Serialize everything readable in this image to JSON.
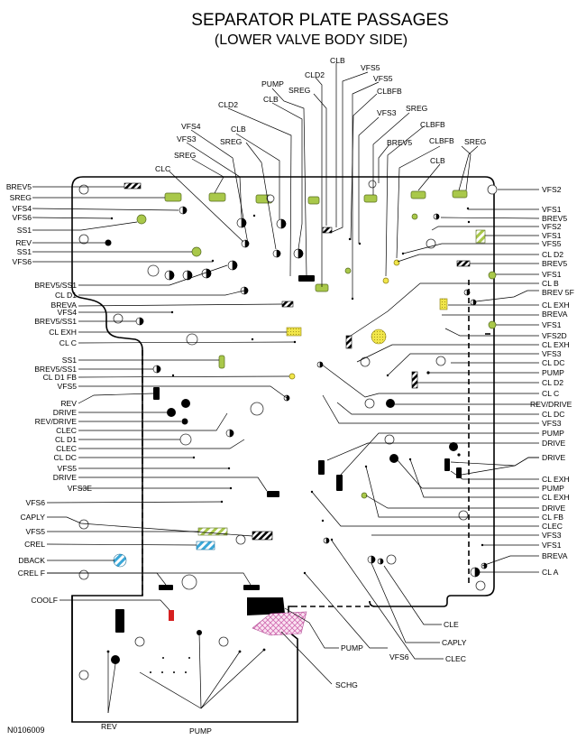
{
  "title": "SEPARATOR PLATE PASSAGES",
  "subtitle": "(LOWER VALVE BODY SIDE)",
  "figure_id": "N0106009",
  "labels": {
    "top": [
      "CLB",
      "VFS5",
      "CLD2",
      "VFS5",
      "PUMP",
      "SREG",
      "CLBFB",
      "CLB",
      "CLD2",
      "VFS3",
      "SREG",
      "CLB",
      "VFS4",
      "CLBFB",
      "VFS3",
      "SREG",
      "BREV5",
      "CLBFB",
      "SREG",
      "SREG",
      "CLB",
      "CLC"
    ],
    "left": [
      "BREV5",
      "SREG",
      "VFS4",
      "VFS6",
      "SS1",
      "REV",
      "SS1",
      "VFS6",
      "BREV5/SS1",
      "CL D1",
      "BREVA",
      "VFS4",
      "BREV5/SS1",
      "CL EXH",
      "CL C",
      "SS1",
      "BREV5/SS1",
      "CL D1 FB",
      "VFS5",
      "REV",
      "DRIVE",
      "REV/DRIVE",
      "CLEC",
      "CL D1",
      "CLEC",
      "CL DC",
      "VFS5",
      "DRIVE",
      "VFS3E",
      "VFS6",
      "CAPLY",
      "VFS5",
      "CREL",
      "DBACK",
      "CREL F",
      "COOLF"
    ],
    "right": [
      "VFS2",
      "VFS1",
      "BREV5",
      "VFS2",
      "VFS1",
      "VFS5",
      "CL D2",
      "BREV5",
      "VFS1",
      "CL B",
      "BREV 5F",
      "CL EXH",
      "BREVA",
      "VFS1",
      "VFS2D",
      "CL EXH",
      "VFS3",
      "CL DC",
      "PUMP",
      "CL D2",
      "CL C",
      "REV/DRIVE",
      "CL DC",
      "VFS3",
      "PUMP",
      "DRIVE",
      "DRIVE",
      "CL EXH",
      "PUMP",
      "CL EXH",
      "DRIVE",
      "CL FB",
      "CLEC",
      "VFS3",
      "VFS1",
      "BREVA",
      "CL A"
    ],
    "bottom": [
      "CLE",
      "CAPLY",
      "CLEC",
      "PUMP",
      "VFS6",
      "SCHG",
      "REV",
      "PUMP"
    ]
  },
  "colors": {
    "green_passage": "#a9c84a",
    "yellow_passage": "#f1e64a",
    "red_passage": "#d62020",
    "blue_passage": "#3aa7d8",
    "pink_hatch": "#e07bc0"
  }
}
